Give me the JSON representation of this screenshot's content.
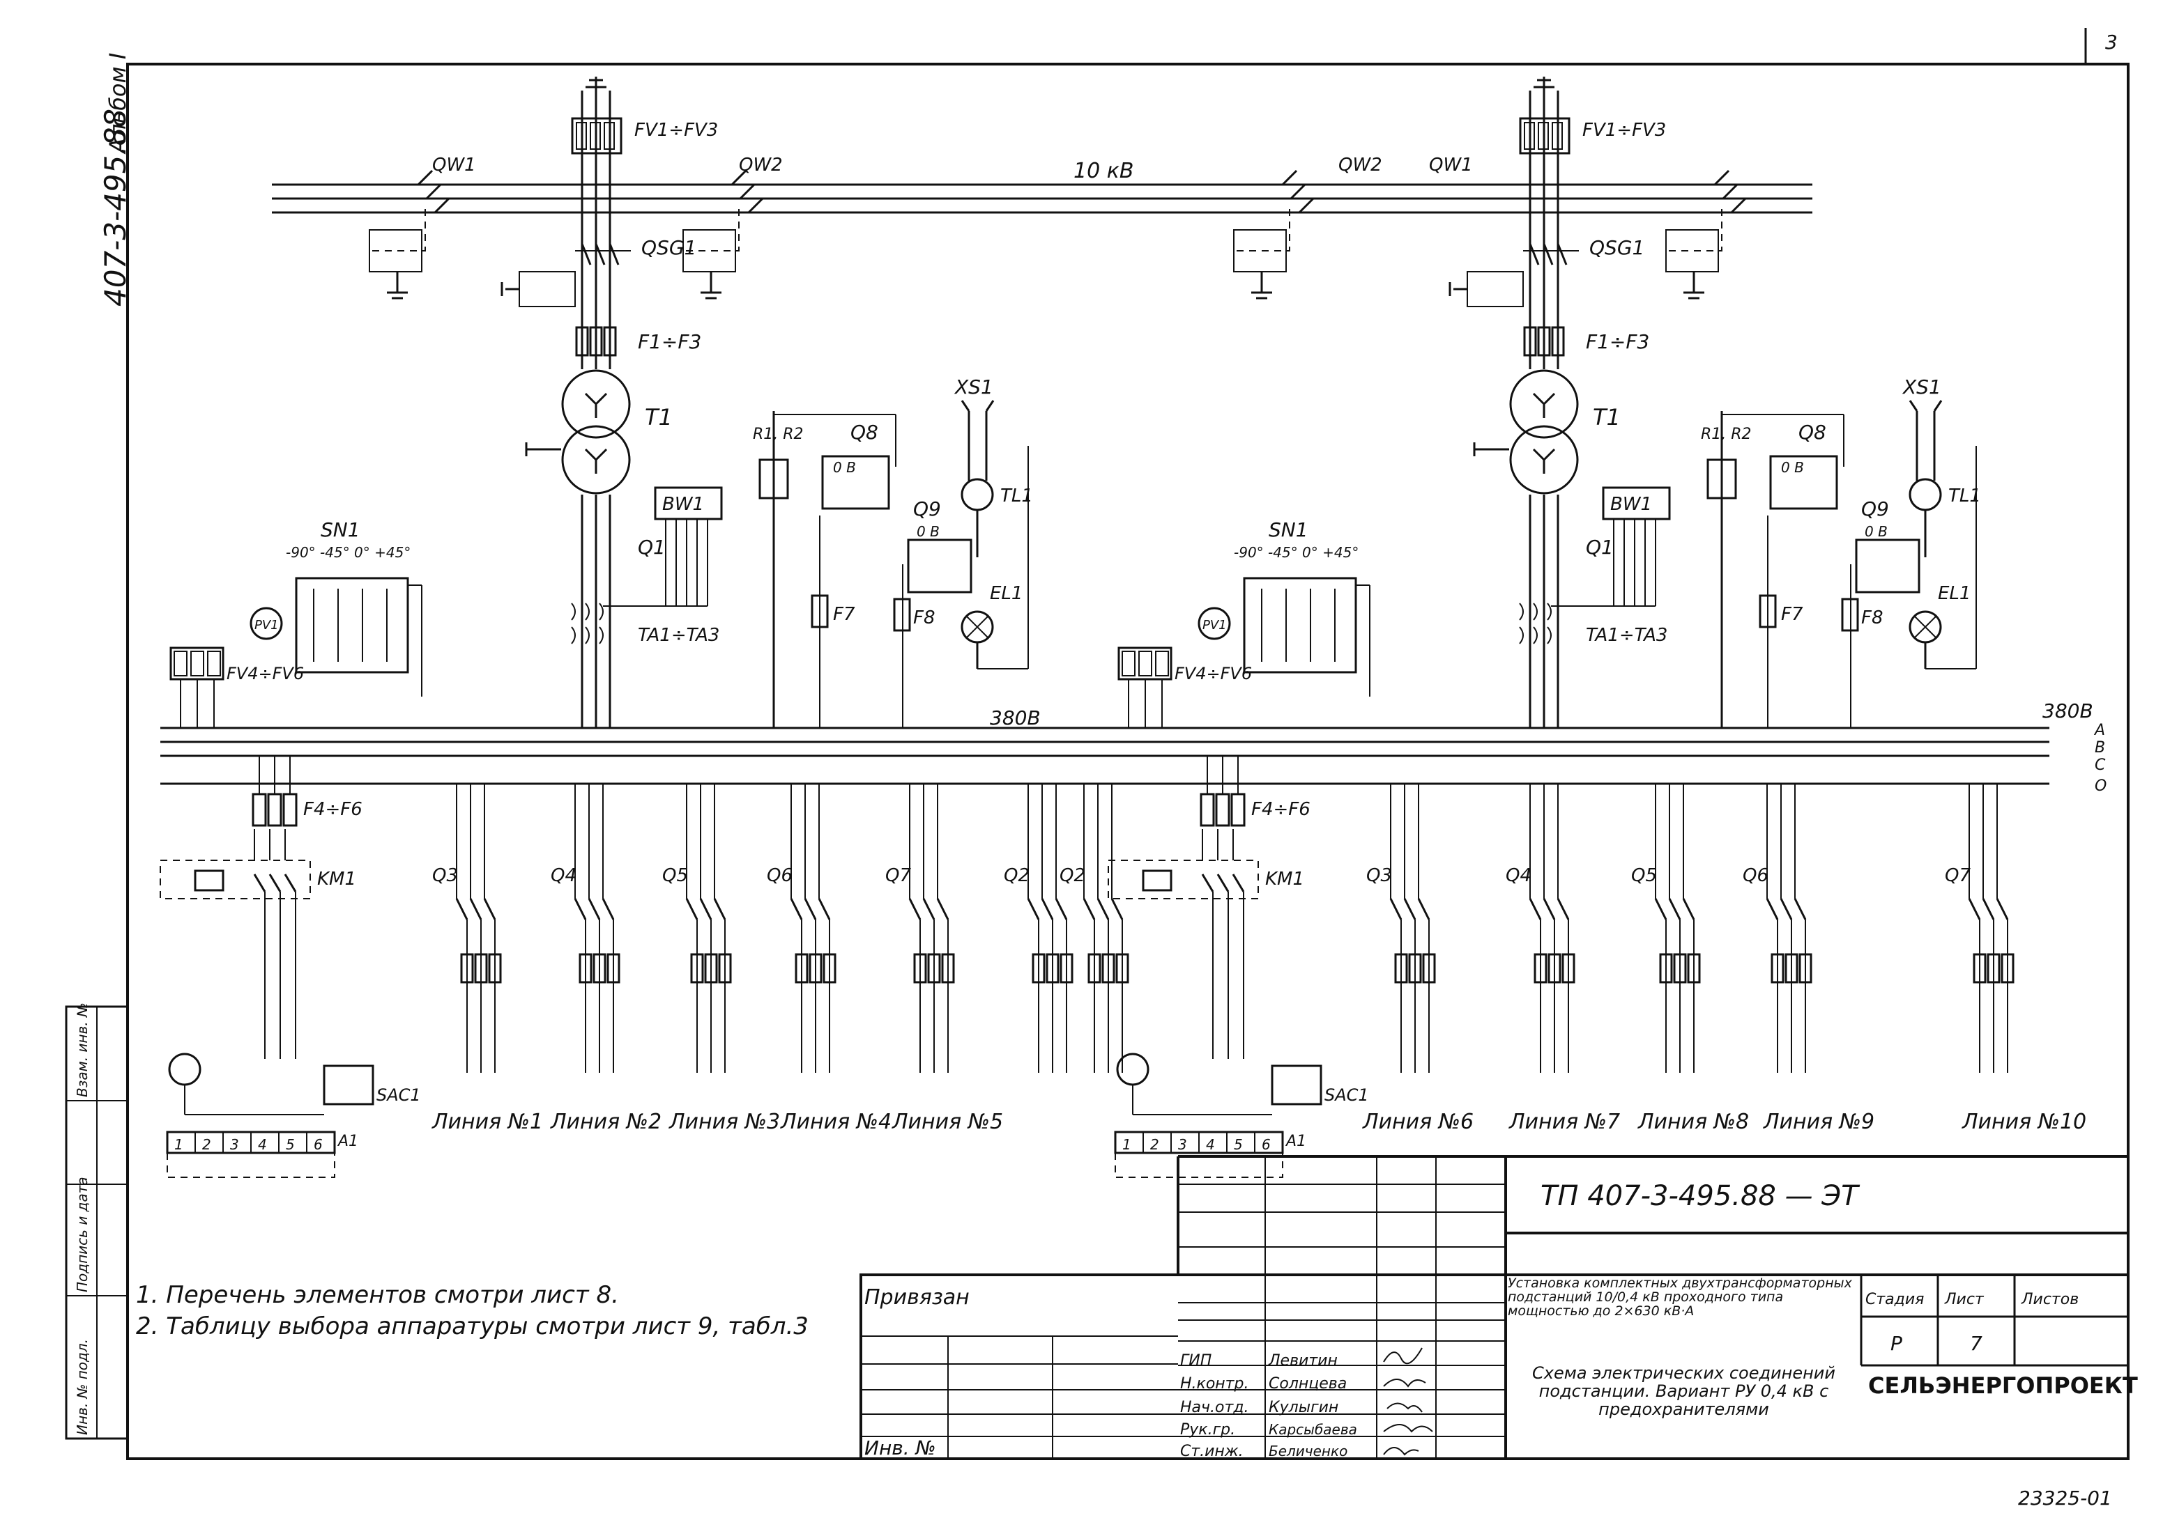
{
  "sheet_corner_number": "3",
  "side_title": {
    "album": "Альбом I",
    "designation": "407-3-495.88"
  },
  "side_stamp": {
    "cells": [
      "Инв. № подл.",
      "Подпись и дата",
      "Взам. инв. №"
    ]
  },
  "bus_hv_label": "10 кВ",
  "bus_lv_left_label": "380В",
  "bus_lv_right_label": "380В",
  "bus_phase_letters": [
    "А",
    "В",
    "С",
    "О"
  ],
  "left": {
    "surge_hv": "FV1÷FV3",
    "switch_qw1": "QW1",
    "switch_qw2": "QW2",
    "qsg": "QSG1",
    "fuses_hv": "F1÷F3",
    "transformer": "T1",
    "ct_group": "TA1÷TA3",
    "breaker_main": "Q1",
    "meter_bw": "BW1",
    "resistors": "R1, R2",
    "q8": "Q8",
    "q8_marks": "0 В",
    "socket": "XS1",
    "tl": "TL1",
    "q9": "Q9",
    "q9_marks": "0 В",
    "lamp": "EL1",
    "f7": "F7",
    "f8": "F8",
    "selector": "SN1",
    "selector_angles": "-90° -45° 0° +45°",
    "voltmeter": "PV1",
    "surge_lv": "FV4÷FV6",
    "fuses_lv": "F4÷F6",
    "contactor": "KM1",
    "photo_relay": "SAC1",
    "relay_a": "A1",
    "terminal_nums": [
      "1",
      "2",
      "3",
      "4",
      "5",
      "6"
    ],
    "breakers": [
      "Q3",
      "Q4",
      "Q5",
      "Q6",
      "Q7",
      "Q2"
    ],
    "lines": [
      "Линия №1",
      "Линия №2",
      "Линия №3",
      "Линия №4",
      "Линия №5"
    ]
  },
  "right": {
    "surge_hv": "FV1÷FV3",
    "switch_qw2": "QW2",
    "switch_qw1": "QW1",
    "qsg": "QSG1",
    "fuses_hv": "F1÷F3",
    "transformer": "T1",
    "ct_group": "TA1÷TA3",
    "breaker_main": "Q1",
    "meter_bw": "BW1",
    "resistors": "R1, R2",
    "q8": "Q8",
    "q8_marks": "0 В",
    "socket": "XS1",
    "tl": "TL1",
    "q9": "Q9",
    "q9_marks": "0 В",
    "lamp": "EL1",
    "f7": "F7",
    "f8": "F8",
    "selector": "SN1",
    "selector_angles": "-90° -45° 0° +45°",
    "voltmeter": "PV1",
    "surge_lv": "FV4÷FV6",
    "fuses_lv": "F4÷F6",
    "contactor": "KM1",
    "photo_relay": "SAC1",
    "relay_a": "A1",
    "terminal_nums": [
      "1",
      "2",
      "3",
      "4",
      "5",
      "6"
    ],
    "breakers": [
      "Q2",
      "Q3",
      "Q4",
      "Q5",
      "Q6",
      "Q7"
    ],
    "lines": [
      "Линия №6",
      "Линия №7",
      "Линия №8",
      "Линия №9",
      "Линия №10"
    ]
  },
  "notes": [
    "1. Перечень элементов смотри лист 8.",
    "2. Таблицу выбора аппаратуры смотри лист 9, табл.3"
  ],
  "title_block": {
    "document_code": "ТП 407-3-495.88 — ЭТ",
    "privyazan": "Привязан",
    "inv_label": "Инв. №",
    "roles": [
      "ГИП",
      "Н.контр.",
      "Нач.отд.",
      "Рук.гр.",
      "Ст.инж."
    ],
    "names": [
      "Левитин",
      "Солнцева",
      "Кулыгин",
      "Карсыбаева",
      "Беличенко"
    ],
    "installation_desc": "Установка комплектных двухтрансформаторных подстанций 10/0,4 кВ проходного типа мощностью до 2×630 кВ·А",
    "sheet_title": "Схема электрических соединений подстанции. Вариант РУ 0,4 кВ с предохранителями",
    "stage_header": "Стадия",
    "sheet_header": "Лист",
    "sheets_header": "Листов",
    "stage_value": "Р",
    "sheet_value": "7",
    "organization": "СЕЛЬЭНЕРГОПРОЕКТ"
  },
  "footer_code": "23325-01"
}
